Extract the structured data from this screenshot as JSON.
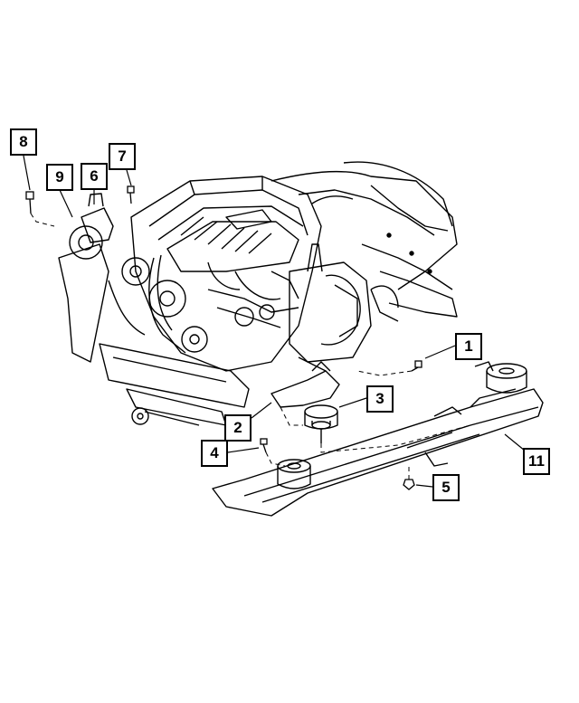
{
  "diagram": {
    "callouts": [
      {
        "id": "1",
        "label": "1"
      },
      {
        "id": "2",
        "label": "2"
      },
      {
        "id": "3",
        "label": "3"
      },
      {
        "id": "4",
        "label": "4"
      },
      {
        "id": "5",
        "label": "5"
      },
      {
        "id": "6",
        "label": "6"
      },
      {
        "id": "7",
        "label": "7"
      },
      {
        "id": "8",
        "label": "8"
      },
      {
        "id": "9",
        "label": "9"
      },
      {
        "id": "11",
        "label": "11"
      }
    ]
  },
  "colors": {
    "line": "#000000",
    "background": "#ffffff"
  }
}
